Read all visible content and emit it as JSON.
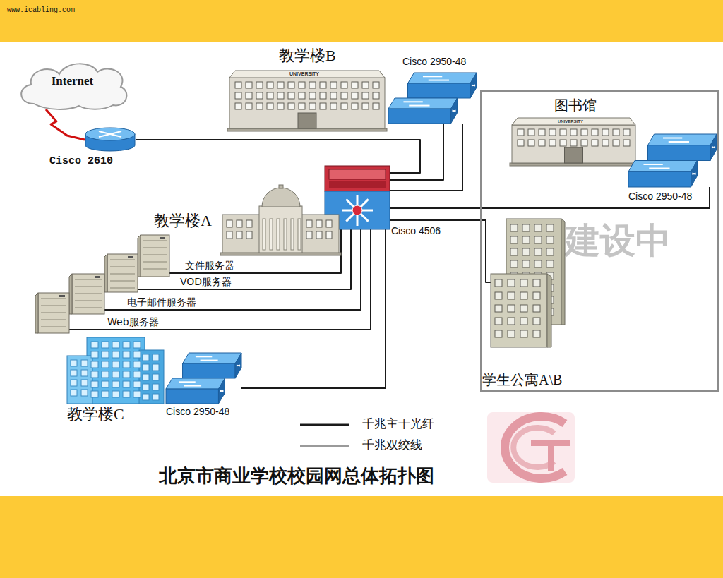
{
  "diagram": {
    "title": "北京市商业学校校园网总体拓扑图",
    "nodes": [
      {
        "text": [
          "Internet"
        ]
      },
      {
        "text": [
          "Cisco 2610"
        ]
      },
      {
        "text": [
          "教学楼B"
        ]
      },
      {
        "text": [
          "Cisco 2950-48"
        ]
      },
      {
        "text": [
          "Cisco 4506"
        ]
      },
      {
        "text": [
          "教学楼A"
        ]
      },
      {
        "text": [
          "文件服务器"
        ]
      },
      {
        "text": [
          "VOD服务器"
        ]
      },
      {
        "text": [
          "电子邮件服务器"
        ]
      },
      {
        "text": [
          "Web服务器"
        ]
      },
      {
        "text": [
          "教学楼C"
        ]
      },
      {
        "text": [
          "Cisco 2950-48"
        ]
      },
      {
        "text": [
          "建设中"
        ]
      },
      {
        "text": [
          "图书馆"
        ],
        "in": 12
      },
      {
        "text": [
          "Cisco 2950-48"
        ],
        "in": 12
      },
      {
        "text": [
          "学生公寓A\\B"
        ],
        "in": 12
      }
    ],
    "edges": [
      {
        "from": 0,
        "to": 1,
        "arrow": "none"
      },
      {
        "from": 1,
        "to": 4,
        "arrow": "none"
      },
      {
        "from": 3,
        "to": 4,
        "arrow": "none"
      },
      {
        "from": 3,
        "to": 4,
        "arrow": "none"
      },
      {
        "from": 6,
        "to": 4,
        "arrow": "none"
      },
      {
        "from": 7,
        "to": 4,
        "arrow": "none"
      },
      {
        "from": 8,
        "to": 4,
        "arrow": "none"
      },
      {
        "from": 9,
        "to": 4,
        "arrow": "none"
      },
      {
        "from": 4,
        "to": 11,
        "arrow": "none"
      },
      {
        "from": 4,
        "to": 14,
        "arrow": "none"
      },
      {
        "from": 4,
        "to": 15,
        "arrow": "none"
      }
    ],
    "labels": [
      "www.icabling.com",
      "UNIVERSITY",
      "UNIVERSITY"
    ],
    "legend": [
      {
        "text": "千兆主干光纤"
      },
      {
        "text": "千兆双绞线"
      }
    ]
  }
}
